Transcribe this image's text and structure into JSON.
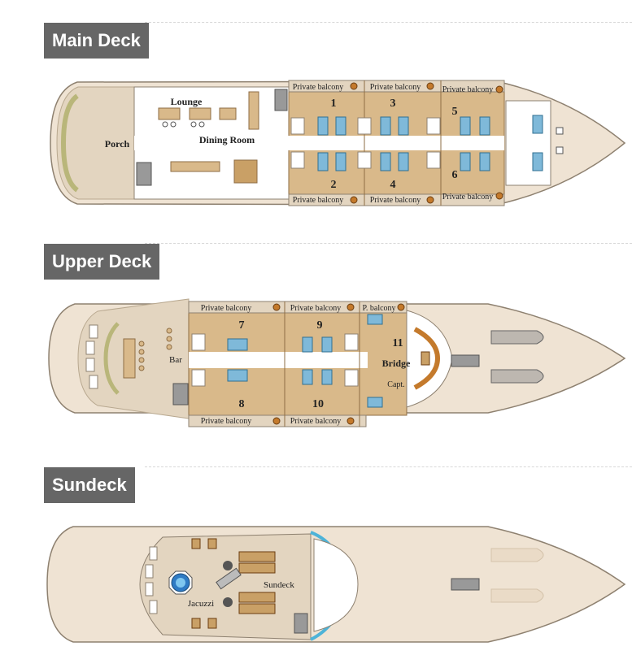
{
  "colors": {
    "hull": "#efe3d3",
    "hull_stroke": "#8e8170",
    "deck_wood": "#e3d5c0",
    "cabin_floor": "#d9b98a",
    "cabin_floor_dark": "#c9a066",
    "corridor": "#ffffff",
    "bed": "#7fb9d9",
    "header": "#666666",
    "accent_blue": "#4db3d8"
  },
  "decks": [
    {
      "title": "Main Deck",
      "areas": {
        "lounge": "Lounge",
        "dining_room": "Dining Room",
        "porch": "Porch"
      },
      "balcony_label": "Private balcony",
      "cabins": [
        "1",
        "2",
        "3",
        "4",
        "5",
        "6"
      ]
    },
    {
      "title": "Upper Deck",
      "areas": {
        "bar": "Bar",
        "bridge": "Bridge",
        "captain": "Capt."
      },
      "balcony_label": "Private balcony",
      "balcony_short": "P. balcony",
      "cabins": [
        "7",
        "8",
        "9",
        "10",
        "11"
      ]
    },
    {
      "title": "Sundeck",
      "areas": {
        "jacuzzi": "Jacuzzi",
        "sundeck": "Sundeck"
      }
    }
  ]
}
